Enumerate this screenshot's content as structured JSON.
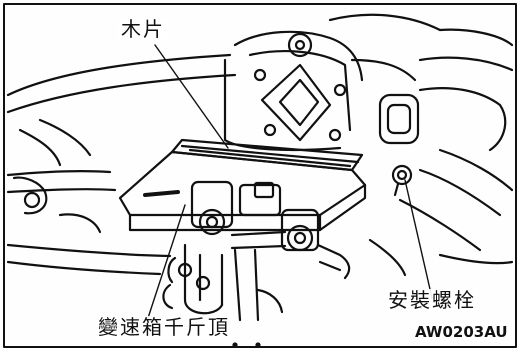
{
  "figure": {
    "labels": {
      "wood_block": "木片",
      "mounting_bolt": "安裝螺栓",
      "transmission_jack": "變速箱千斤頂"
    },
    "figure_code": "AW0203AU"
  }
}
